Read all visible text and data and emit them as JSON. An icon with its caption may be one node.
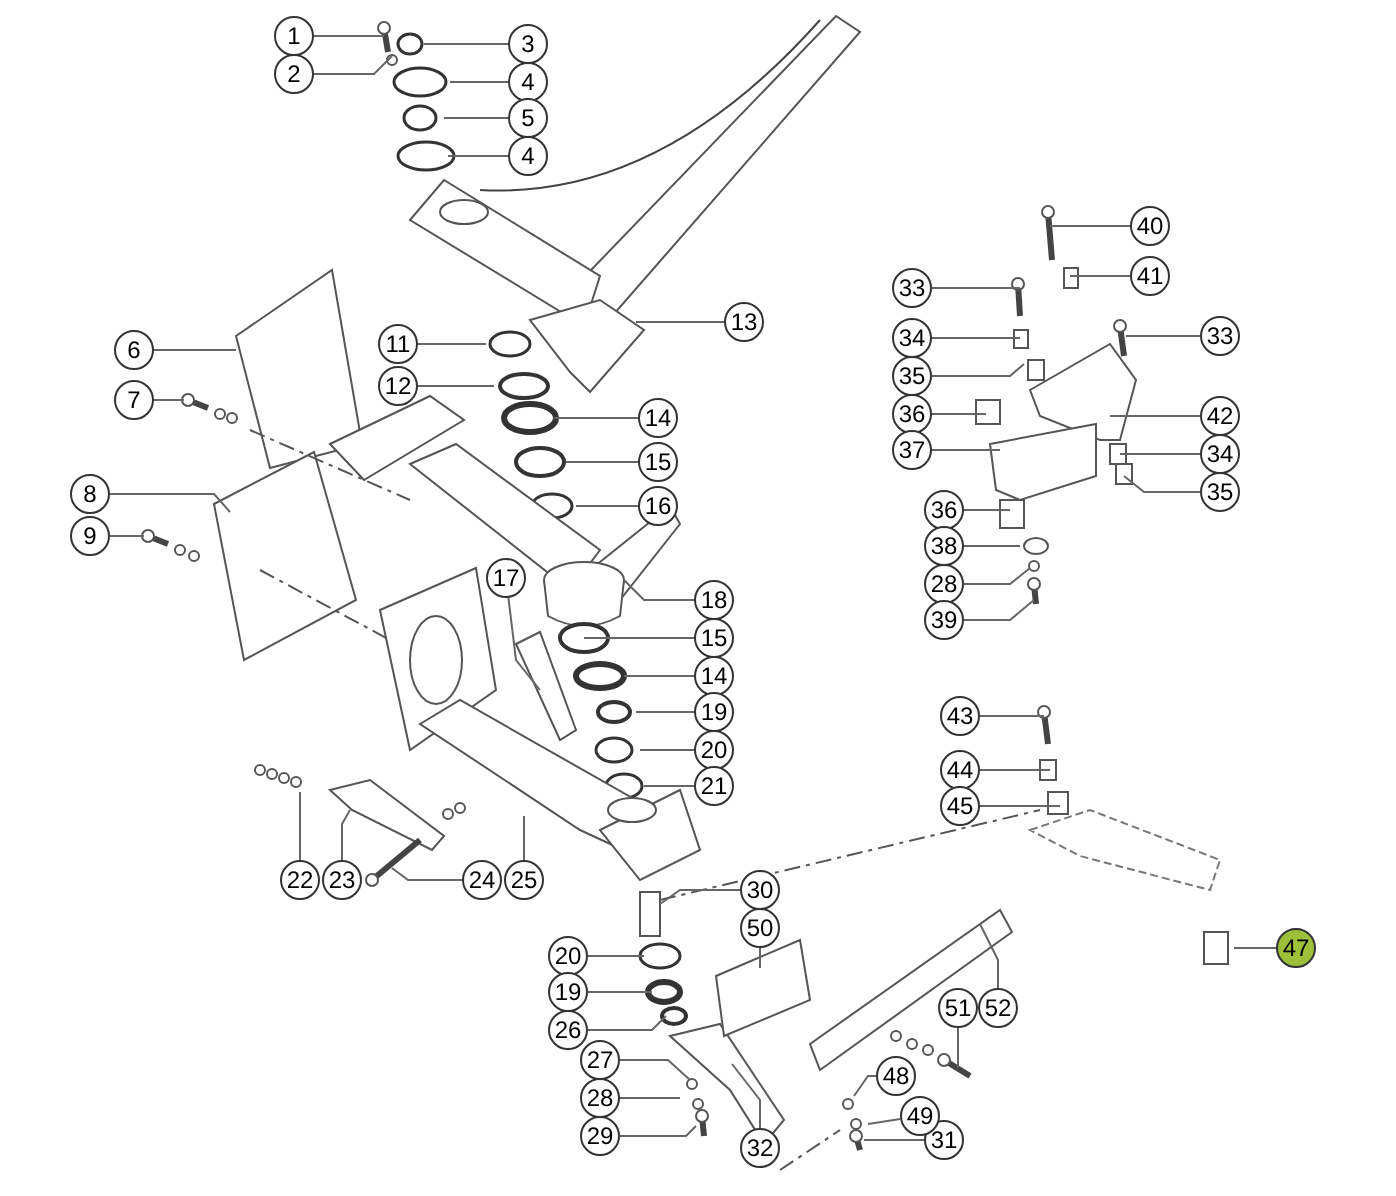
{
  "diagram": {
    "nodes": [
      {
        "text": [
          "1"
        ]
      },
      {
        "text": [
          "2"
        ]
      },
      {
        "text": [
          "3"
        ]
      },
      {
        "text": [
          "4"
        ]
      },
      {
        "text": [
          "5"
        ]
      },
      {
        "text": [
          "4"
        ]
      },
      {
        "text": [
          "6"
        ]
      },
      {
        "text": [
          "7"
        ]
      },
      {
        "text": [
          "8"
        ]
      },
      {
        "text": [
          "9"
        ]
      },
      {
        "text": [
          "11"
        ]
      },
      {
        "text": [
          "12"
        ]
      },
      {
        "text": [
          "13"
        ]
      },
      {
        "text": [
          "14"
        ]
      },
      {
        "text": [
          "15"
        ]
      },
      {
        "text": [
          "16"
        ]
      },
      {
        "text": [
          "17"
        ]
      },
      {
        "text": [
          "18"
        ]
      },
      {
        "text": [
          "15"
        ]
      },
      {
        "text": [
          "14"
        ]
      },
      {
        "text": [
          "19"
        ]
      },
      {
        "text": [
          "20"
        ]
      },
      {
        "text": [
          "21"
        ]
      },
      {
        "text": [
          "22"
        ]
      },
      {
        "text": [
          "23"
        ]
      },
      {
        "text": [
          "24"
        ]
      },
      {
        "text": [
          "25"
        ]
      },
      {
        "text": [
          "20"
        ]
      },
      {
        "text": [
          "19"
        ]
      },
      {
        "text": [
          "26"
        ]
      },
      {
        "text": [
          "27"
        ]
      },
      {
        "text": [
          "28"
        ]
      },
      {
        "text": [
          "29"
        ]
      },
      {
        "text": [
          "30"
        ]
      },
      {
        "text": [
          "31"
        ]
      },
      {
        "text": [
          "32"
        ]
      },
      {
        "text": [
          "33"
        ]
      },
      {
        "text": [
          "34"
        ]
      },
      {
        "text": [
          "35"
        ]
      },
      {
        "text": [
          "36"
        ]
      },
      {
        "text": [
          "37"
        ]
      },
      {
        "text": [
          "33"
        ]
      },
      {
        "text": [
          "34"
        ]
      },
      {
        "text": [
          "35"
        ]
      },
      {
        "text": [
          "36"
        ]
      },
      {
        "text": [
          "38"
        ]
      },
      {
        "text": [
          "28"
        ]
      },
      {
        "text": [
          "39"
        ]
      },
      {
        "text": [
          "40"
        ]
      },
      {
        "text": [
          "41"
        ]
      },
      {
        "text": [
          "42"
        ]
      },
      {
        "text": [
          "43"
        ]
      },
      {
        "text": [
          "44"
        ]
      },
      {
        "text": [
          "45"
        ]
      },
      {
        "text": [
          "47"
        ]
      },
      {
        "text": [
          "48"
        ]
      },
      {
        "text": [
          "49"
        ]
      },
      {
        "text": [
          "50"
        ]
      },
      {
        "text": [
          "51"
        ]
      },
      {
        "text": [
          "52"
        ]
      }
    ],
    "edges": [
      {
        "from": 0,
        "to": null,
        "arrow": "none"
      },
      {
        "from": 1,
        "to": null,
        "arrow": "none"
      },
      {
        "from": 2,
        "to": null,
        "arrow": "none"
      },
      {
        "from": 3,
        "to": null,
        "arrow": "none"
      },
      {
        "from": 4,
        "to": null,
        "arrow": "none"
      },
      {
        "from": 5,
        "to": null,
        "arrow": "none"
      },
      {
        "from": 6,
        "to": null,
        "arrow": "none"
      },
      {
        "from": 7,
        "to": null,
        "arrow": "none"
      },
      {
        "from": 8,
        "to": null,
        "arrow": "none"
      },
      {
        "from": 9,
        "to": null,
        "arrow": "none"
      },
      {
        "from": 10,
        "to": null,
        "arrow": "none"
      },
      {
        "from": 11,
        "to": null,
        "arrow": "none"
      },
      {
        "from": 12,
        "to": null,
        "arrow": "none"
      },
      {
        "from": 13,
        "to": null,
        "arrow": "none"
      },
      {
        "from": 14,
        "to": null,
        "arrow": "none"
      },
      {
        "from": 15,
        "to": null,
        "arrow": "none"
      },
      {
        "from": 16,
        "to": null,
        "arrow": "none"
      },
      {
        "from": 17,
        "to": null,
        "arrow": "none"
      },
      {
        "from": 18,
        "to": null,
        "arrow": "none"
      },
      {
        "from": 19,
        "to": null,
        "arrow": "none"
      },
      {
        "from": 20,
        "to": null,
        "arrow": "none"
      },
      {
        "from": 21,
        "to": null,
        "arrow": "none"
      },
      {
        "from": 22,
        "to": null,
        "arrow": "none"
      },
      {
        "from": 23,
        "to": null,
        "arrow": "none"
      },
      {
        "from": 24,
        "to": null,
        "arrow": "none"
      },
      {
        "from": 25,
        "to": null,
        "arrow": "none"
      },
      {
        "from": 26,
        "to": null,
        "arrow": "none"
      },
      {
        "from": 27,
        "to": null,
        "arrow": "none"
      },
      {
        "from": 28,
        "to": null,
        "arrow": "none"
      },
      {
        "from": 29,
        "to": null,
        "arrow": "none"
      },
      {
        "from": 30,
        "to": null,
        "arrow": "none"
      },
      {
        "from": 31,
        "to": null,
        "arrow": "none"
      },
      {
        "from": 32,
        "to": null,
        "arrow": "none"
      },
      {
        "from": 33,
        "to": null,
        "arrow": "none"
      },
      {
        "from": 34,
        "to": null,
        "arrow": "none"
      },
      {
        "from": 35,
        "to": null,
        "arrow": "none"
      },
      {
        "from": 36,
        "to": null,
        "arrow": "none"
      },
      {
        "from": 37,
        "to": null,
        "arrow": "none"
      },
      {
        "from": 38,
        "to": null,
        "arrow": "none"
      },
      {
        "from": 39,
        "to": null,
        "arrow": "none"
      },
      {
        "from": 40,
        "to": null,
        "arrow": "none"
      },
      {
        "from": 41,
        "to": null,
        "arrow": "none"
      },
      {
        "from": 42,
        "to": null,
        "arrow": "none"
      },
      {
        "from": 43,
        "to": null,
        "arrow": "none"
      },
      {
        "from": 44,
        "to": null,
        "arrow": "none"
      },
      {
        "from": 45,
        "to": null,
        "arrow": "none"
      },
      {
        "from": 46,
        "to": null,
        "arrow": "none"
      },
      {
        "from": 47,
        "to": null,
        "arrow": "none"
      },
      {
        "from": 48,
        "to": null,
        "arrow": "none"
      },
      {
        "from": 49,
        "to": null,
        "arrow": "none"
      },
      {
        "from": 50,
        "to": null,
        "arrow": "none"
      },
      {
        "from": 51,
        "to": null,
        "arrow": "none"
      },
      {
        "from": 52,
        "to": null,
        "arrow": "none"
      },
      {
        "from": 53,
        "to": null,
        "arrow": "none"
      },
      {
        "from": 54,
        "to": null,
        "arrow": "none"
      },
      {
        "from": 55,
        "to": null,
        "arrow": "none"
      },
      {
        "from": 56,
        "to": null,
        "arrow": "none"
      },
      {
        "from": 57,
        "to": null,
        "arrow": "none"
      },
      {
        "from": 58,
        "to": null,
        "arrow": "none"
      },
      {
        "from": 59,
        "to": null,
        "arrow": "none"
      }
    ]
  }
}
